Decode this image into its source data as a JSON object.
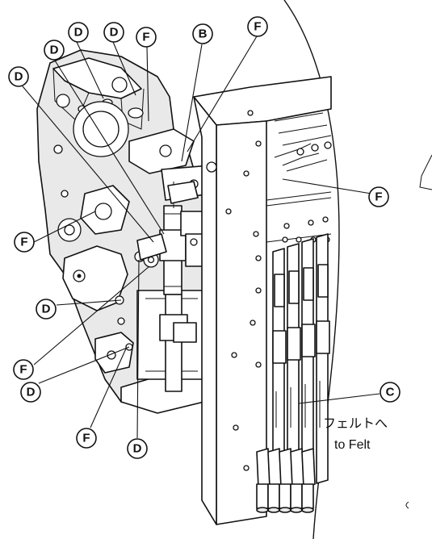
{
  "labels": [
    {
      "id": "d1",
      "letter": "D"
    },
    {
      "id": "d2",
      "letter": "D"
    },
    {
      "id": "f1",
      "letter": "F"
    },
    {
      "id": "b1",
      "letter": "B"
    },
    {
      "id": "f2",
      "letter": "F"
    },
    {
      "id": "d3",
      "letter": "D"
    },
    {
      "id": "d4",
      "letter": "D"
    },
    {
      "id": "f3",
      "letter": "F"
    },
    {
      "id": "f4",
      "letter": "F"
    },
    {
      "id": "d5",
      "letter": "D"
    },
    {
      "id": "f5",
      "letter": "F"
    },
    {
      "id": "d6",
      "letter": "D"
    },
    {
      "id": "f6",
      "letter": "F"
    },
    {
      "id": "d7",
      "letter": "D"
    },
    {
      "id": "c1",
      "letter": "C"
    }
  ],
  "caption": {
    "japanese": "フェルトへ",
    "english": "to Felt"
  }
}
